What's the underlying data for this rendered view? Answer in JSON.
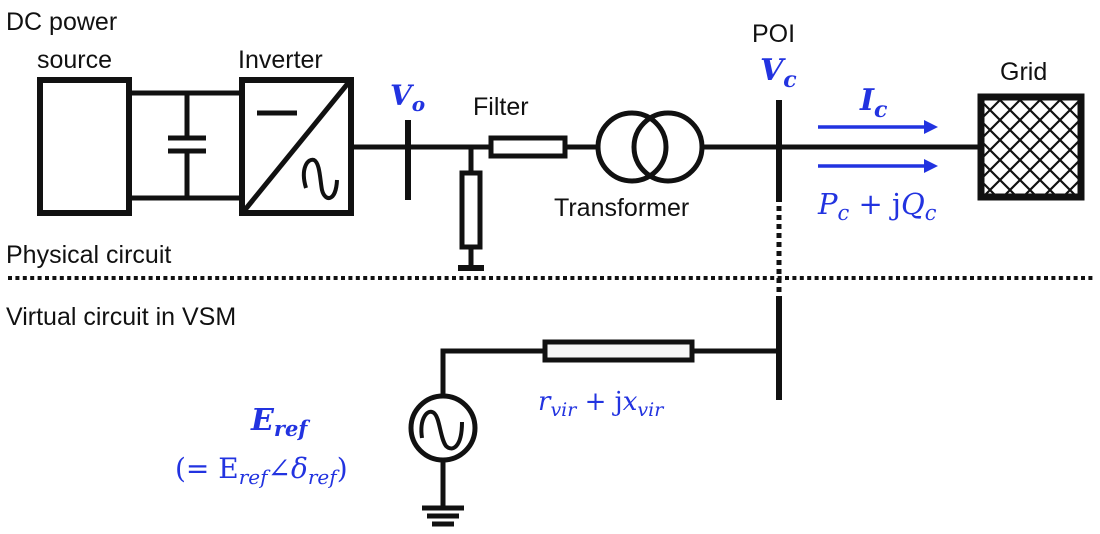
{
  "colors": {
    "line": "#111111",
    "math_accent": "#2233e0",
    "background": "#ffffff"
  },
  "labels": {
    "dc_source_line1": "DC power",
    "dc_source_line2": "source",
    "inverter": "Inverter",
    "filter": "Filter",
    "transformer": "Transformer",
    "poi": "POI",
    "grid": "Grid",
    "physical_circuit": "Physical circuit",
    "virtual_circuit": "Virtual circuit in VSM"
  },
  "math": {
    "vo_main": "V",
    "vo_sub": "o",
    "vc_main": "V",
    "vc_sub": "c",
    "ic_main": "I",
    "ic_sub": "c",
    "power_p": "P",
    "power_p_sub": "c",
    "power_mid": " + j",
    "power_q": "Q",
    "power_q_sub": "c",
    "impedance_r": "r",
    "impedance_r_sub": "vir",
    "impedance_mid": " + j",
    "impedance_x": "x",
    "impedance_x_sub": "vir",
    "eref_main": "E",
    "eref_sub": "ref",
    "eref_def_open": "(= E",
    "eref_def_sub1": "ref",
    "eref_def_angle": "∠δ",
    "eref_def_sub2": "ref",
    "eref_def_close": ")"
  },
  "icons": {
    "inverter_dc_symbol": "minus-icon",
    "inverter_ac_symbol": "sine-icon",
    "ac_source_symbol": "sine-icon",
    "grid_pattern": "crosshatch"
  }
}
